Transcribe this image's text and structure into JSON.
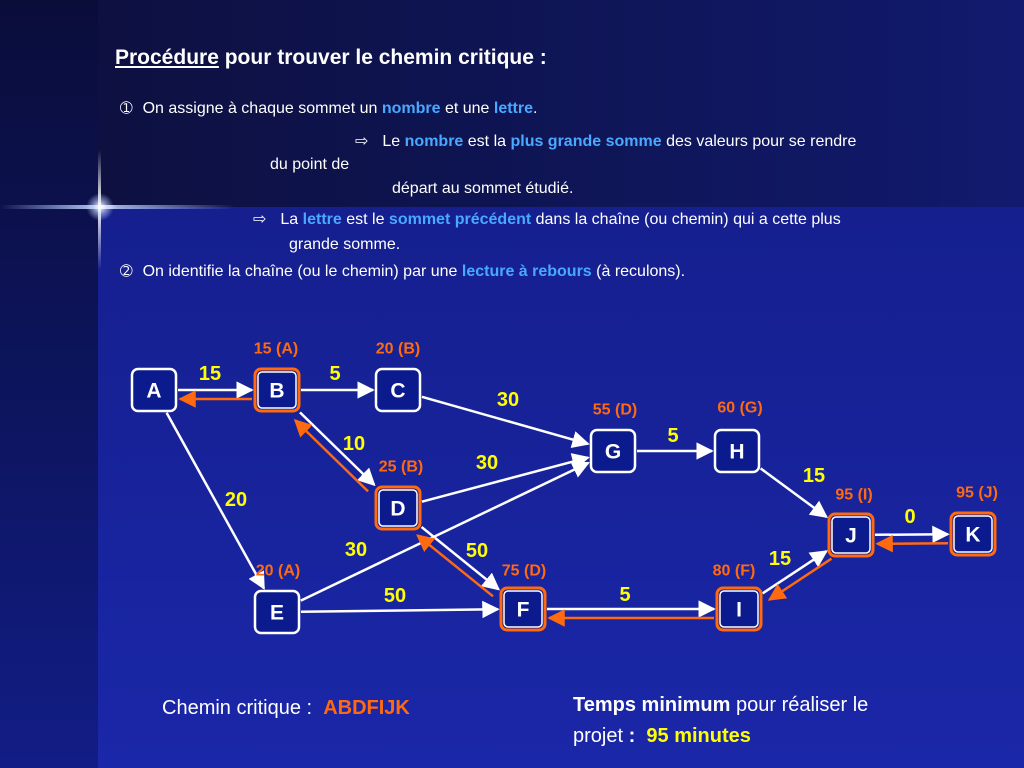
{
  "slide": {
    "title_underlined": "Procédure",
    "title_rest": " pour trouver le chemin critique :",
    "step1": {
      "marker": "➀",
      "t1": "On assigne à chaque sommet un ",
      "h1": "nombre",
      "t2": " et une ",
      "h2": "lettre",
      "t3": "."
    },
    "bullet_a": {
      "arrow": "⇨",
      "t1": "Le ",
      "h1": "nombre",
      "t2": " est la ",
      "h2": "plus grande somme",
      "t3": " des valeurs pour se rendre",
      "line2": "du point de",
      "line3": "départ au sommet étudié."
    },
    "bullet_b": {
      "arrow": "⇨",
      "t1": "La ",
      "h1": "lettre",
      "t2": " est le ",
      "h2": "sommet précédent",
      "t3": " dans la chaîne (ou chemin) qui a cette plus",
      "line2": "grande somme."
    },
    "step2": {
      "marker": "➁",
      "t1": "On identifie la chaîne (ou le chemin) par une ",
      "h1": "lecture à rebours",
      "t2": " (à reculons)."
    },
    "critical_path_label": "Chemin critique :",
    "critical_path_value": "ABDFIJK",
    "min_time_bold": "Temps minimum",
    "min_time_rest": " pour réaliser le",
    "min_time_line2": "projet",
    "min_time_colon": ":",
    "min_time_value": "95 minutes"
  },
  "colors": {
    "node_fill": "#0b1a8c",
    "node_border_white": "#ffffff",
    "node_border_orange": "#ff6a10",
    "edge": "#ffffff",
    "critical_edge": "#ff6a10",
    "weight_label": "#ffff00",
    "node_label": "#ff6a10",
    "highlight_text": "#49a8ff"
  },
  "chart_data": {
    "type": "network",
    "nodes": [
      {
        "id": "A",
        "label": "",
        "critical": false
      },
      {
        "id": "B",
        "label": "15 (A)",
        "critical": true
      },
      {
        "id": "C",
        "label": "20 (B)",
        "critical": false
      },
      {
        "id": "D",
        "label": "25 (B)",
        "critical": true
      },
      {
        "id": "E",
        "label": "20 (A)",
        "critical": false
      },
      {
        "id": "F",
        "label": "75 (D)",
        "critical": true
      },
      {
        "id": "G",
        "label": "55 (D)",
        "critical": false
      },
      {
        "id": "H",
        "label": "60 (G)",
        "critical": false
      },
      {
        "id": "I",
        "label": "80 (F)",
        "critical": true
      },
      {
        "id": "J",
        "label": "95 (I)",
        "critical": true
      },
      {
        "id": "K",
        "label": "95 (J)",
        "critical": true
      }
    ],
    "edges": [
      {
        "from": "A",
        "to": "B",
        "weight": "15"
      },
      {
        "from": "B",
        "to": "C",
        "weight": "5"
      },
      {
        "from": "B",
        "to": "D",
        "weight": "10"
      },
      {
        "from": "A",
        "to": "E",
        "weight": "20"
      },
      {
        "from": "C",
        "to": "G",
        "weight": "30"
      },
      {
        "from": "D",
        "to": "G",
        "weight": "30"
      },
      {
        "from": "E",
        "to": "G",
        "weight": "30"
      },
      {
        "from": "D",
        "to": "F",
        "weight": "50"
      },
      {
        "from": "E",
        "to": "F",
        "weight": "50"
      },
      {
        "from": "G",
        "to": "H",
        "weight": "5"
      },
      {
        "from": "F",
        "to": "I",
        "weight": "5"
      },
      {
        "from": "H",
        "to": "J",
        "weight": "15"
      },
      {
        "from": "I",
        "to": "J",
        "weight": "15"
      },
      {
        "from": "J",
        "to": "K",
        "weight": "0"
      }
    ],
    "critical_path": [
      "A",
      "B",
      "D",
      "F",
      "I",
      "J",
      "K"
    ]
  }
}
